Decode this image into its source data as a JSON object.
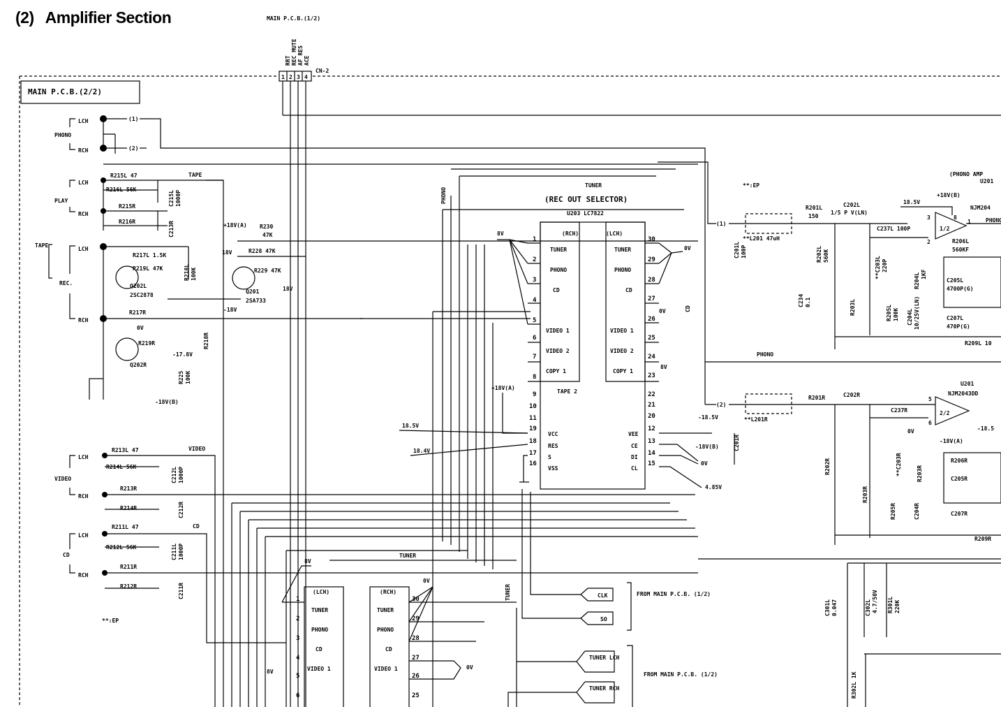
{
  "header": {
    "number": "(2)",
    "title": "Amplifier Section"
  },
  "connector_top": {
    "title": "MAIN P.C.B.(1/2)",
    "pins": [
      "1",
      "2",
      "3",
      "4"
    ],
    "signals": [
      "RRT",
      "REC MUTE",
      "AF RES",
      "ACE"
    ],
    "name": "CN-2"
  },
  "board": {
    "label": "MAIN P.C.B.(2/2)"
  },
  "inputs": {
    "phono": {
      "label": "PHONO",
      "lch": "LCH",
      "rch": "RCH",
      "n1": "(1)",
      "n2": "(2)"
    },
    "tape": {
      "label": "TAPE",
      "play": "PLAY",
      "rec": "REC.",
      "lch": "LCH",
      "rch": "RCH",
      "bus": "TAPE"
    },
    "video": {
      "label": "VIDEO",
      "lch": "LCH",
      "rch": "RCH",
      "bus": "VIDEO"
    },
    "cd": {
      "label": "CD",
      "lch": "LCH",
      "rch": "RCH",
      "bus": "CD"
    },
    "ep_note": "**:EP"
  },
  "components": {
    "r215l": "R215L 47",
    "r216l": "R216L 56K",
    "c215l": "C215L",
    "c215l_v": "1000P",
    "r215r": "R215R",
    "r216r": "R216R",
    "c213r": "C213R",
    "r217l": "R217L 1.5K",
    "r218l": "R218L",
    "r218l_v": "100K",
    "r219l": "R219L 47K",
    "q202l": "Q202L",
    "q202l_t": "2SC2878",
    "r217r": "R217R",
    "r219r": "R219R",
    "q202r": "Q202R",
    "r218r": "R218R",
    "r225": "R225",
    "r225_v": "100K",
    "v0": "0V",
    "v_178": "-17.8V",
    "v_18b": "-18V(B)",
    "q201": "Q201",
    "q201_t": "2SA733",
    "v18a": "+18V(A)",
    "r230": "R230",
    "r230_v": "47K",
    "v18": "18V",
    "r228": "R228 47K",
    "r229": "R229 47K",
    "v18b": "18V",
    "v_18": "-18V",
    "r213l": "R213L 47",
    "r214l": "R214L 56K",
    "c212l": "C212L",
    "c212l_v": "1000P",
    "r213r": "R213R",
    "r214r": "R214R",
    "c212r": "C212R",
    "r211l": "R211L 47",
    "r212l": "R212L 56K",
    "c211l": "C211L",
    "c211l_v": "1000P",
    "r211r": "R211R",
    "r212r": "R212R",
    "c211r": "C211R"
  },
  "u203": {
    "caption": "(REC OUT SELECTOR)",
    "name": "U203 LC7822",
    "phono_label": "PHONO",
    "tuner_label": "TUNER",
    "rch": "(RCH)",
    "lch": "(LCH)",
    "left_sw": [
      "TUNER",
      "PHONO",
      "CD",
      "",
      "VIDEO 1",
      "VIDEO 2",
      "COPY 1"
    ],
    "right_sw": [
      "TUNER",
      "PHONO",
      "CD",
      "",
      "VIDEO 1",
      "VIDEO 2",
      "COPY 1"
    ],
    "left_pins": [
      "1",
      "2",
      "3",
      "4",
      "5",
      "6",
      "7",
      "8",
      "9",
      "10",
      "11",
      "19",
      "18",
      "17",
      "16"
    ],
    "right_pins": [
      "30",
      "29",
      "28",
      "27",
      "26",
      "25",
      "24",
      "23",
      "22",
      "21",
      "20",
      "12",
      "13",
      "14",
      "15"
    ],
    "tape2": "TAPE 2",
    "vcc": "VCC",
    "res": "RES",
    "s": "S",
    "vss": "VSS",
    "vee": "VEE",
    "ce": "CE",
    "di": "DI",
    "cl": "CL",
    "v8": "8V",
    "v0": "0V",
    "cd_label": "CD",
    "v185": "18.5V",
    "v184": "18.4V",
    "v18a": "+18V(A)",
    "v_185": "-18.5V",
    "v_18b": "-18V(B)",
    "v485": "4.85V"
  },
  "u203b": {
    "lch": "(LCH)",
    "rch": "(RCH)",
    "left_sw": [
      "TUNER",
      "PHONO",
      "CD",
      "VIDEO 1",
      ""
    ],
    "right_sw": [
      "TUNER",
      "PHONO",
      "CD",
      "VIDEO 1",
      ""
    ],
    "left_pins": [
      "1",
      "2",
      "3",
      "4",
      "5",
      "6"
    ],
    "right_pins": [
      "30",
      "29",
      "28",
      "27",
      "26",
      "25"
    ],
    "v8": "8V",
    "v0": "0V",
    "tuner": "TUNER",
    "tuner_v": "TUNER"
  },
  "from_main": {
    "clk": "CLK",
    "so": "SO",
    "note1": "FROM MAIN P.C.B. (1/2)",
    "tuner_lch": "TUNER LCH",
    "tuner_rch": "TUNER RCH",
    "note2": "FROM MAIN P.C.B. (1/2)"
  },
  "phono_amp": {
    "title": "(PHONO AMP",
    "ep": "**:EP",
    "u201": "U201",
    "u201_t": "NJM2043DD",
    "u201_top": "U201",
    "u201_top_t": "NJM204",
    "n1": "(1)",
    "n2": "(2)",
    "l201": "**L201 47uH",
    "l201r": "**L201R",
    "r201l": "R201L",
    "r201l_v": "150",
    "c202l": "C202L",
    "c202l_v": "1/5 P V(LN)",
    "v185": "18.5V",
    "v18b": "+18V(B)",
    "half1": "1/2",
    "half2": "2/2",
    "c237l": "C237L 100P",
    "c203l": "**C203L",
    "c203l_v": "220P",
    "c201l": "C201L",
    "c201l_v": "100P",
    "r202l": "R202L",
    "r202l_v": "560K",
    "c234": "C234",
    "c234_v": "0.1",
    "r205l": "R205L",
    "r205l_v": "100K",
    "r204l": "R204L",
    "r204l_v": "1KF",
    "c204l": "C204L",
    "c204l_v": "10/25V(LN)",
    "r206l": "R206L",
    "r206l_v": "560KF",
    "c205l": "C205L",
    "c205l_v": "4700P(G)",
    "c207l": "C207L",
    "c207l_v": "470P(G)",
    "r209l": "R209L 10",
    "r201r": "R201R",
    "c202r": "C202R",
    "c237r": "C237R",
    "c201r": "C201R",
    "r202r": "R202R",
    "r203r": "R203R",
    "c203r": "**C203R",
    "r205r": "R205R",
    "c204r": "C204R",
    "r206r": "R206R",
    "c205r": "C205R",
    "c207r": "C207R",
    "r209r": "R209R",
    "v_185": "-18.5",
    "v_18a": "-18V(A)",
    "v0": "0V",
    "phono": "PHONO",
    "r2xx": "R203L",
    "c301l": "C301L",
    "c301l_v": "0.047",
    "c302l": "C302L",
    "c302l_v": "4.7/50V",
    "r301l": "R301L",
    "r301l_v": "220K",
    "r302l": "R302L 1K",
    "pin3": "3",
    "pin2": "2",
    "pin1": "1",
    "pin8": "8",
    "pin5": "5",
    "pin6": "6"
  }
}
